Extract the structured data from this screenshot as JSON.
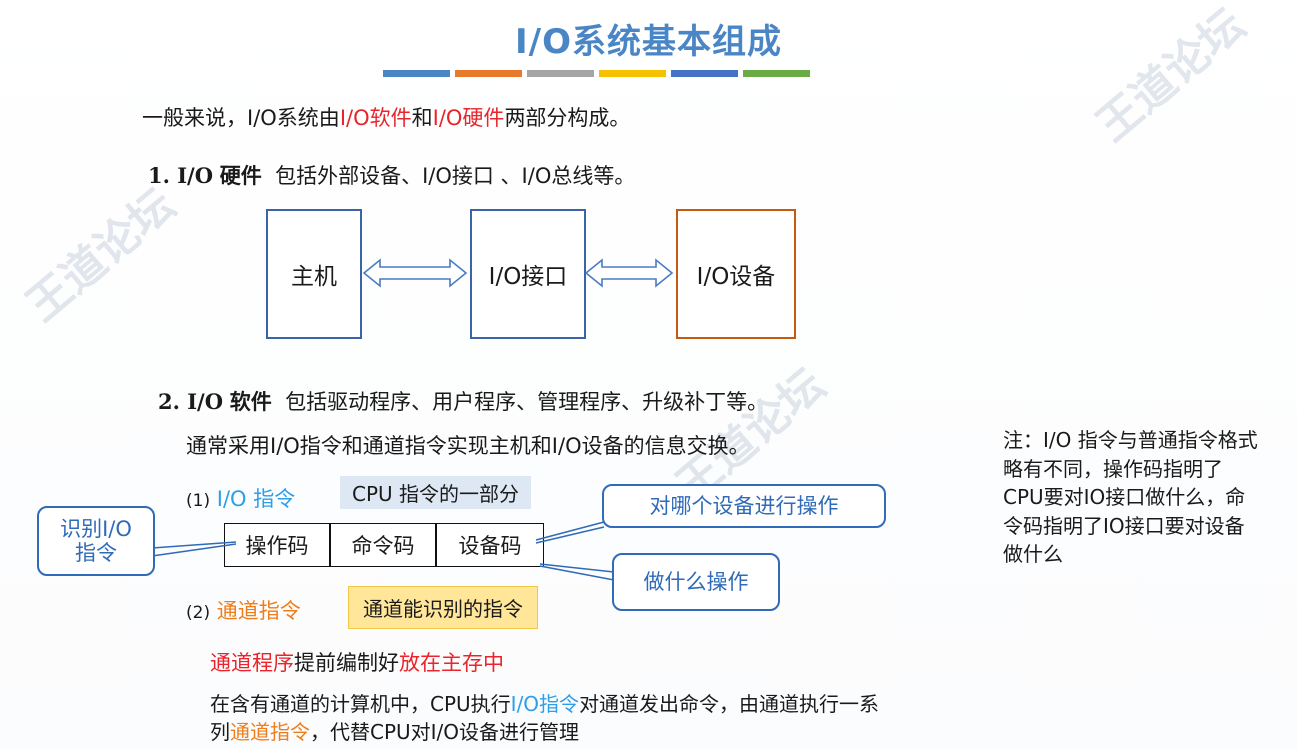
{
  "title": "I/O系统基本组成",
  "title_bar_colors": [
    "#4a86c5",
    "#e9792d",
    "#a5a5a5",
    "#f6c100",
    "#4472c4",
    "#6aab45"
  ],
  "intro": {
    "p1": "一般来说，I/O系统由",
    "hw": "I/O软件",
    "p2": "和",
    "sw": "I/O硬件",
    "p3": "两部分构成。"
  },
  "hardware": {
    "num": "1. I/O",
    "label": "硬件",
    "desc": "包括外部设备、I/O接口 、I/O总线等。"
  },
  "diagram": {
    "host": "主机",
    "interface": "I/O接口",
    "device": "I/O设备"
  },
  "software": {
    "num": "2. I/O",
    "label": "软件",
    "desc": "包括驱动程序、用户程序、管理程序、升级补丁等。",
    "line2": "通常采用I/O指令和通道指令实现主机和I/O设备的信息交换。"
  },
  "io_instruction": {
    "label_num": "(1)",
    "label": "I/O 指令",
    "tag": "CPU 指令的一部分"
  },
  "format_fields": [
    "操作码",
    "命令码",
    "设备码"
  ],
  "callouts": {
    "identify": "识别I/O\n指令",
    "which_device": "对哪个设备进行操作",
    "what_op": "做什么操作"
  },
  "channel_instruction": {
    "label_num": "(2)",
    "label": "通道指令",
    "tag": "通道能识别的指令"
  },
  "channel_program": {
    "p1": "通道程序",
    "p2": "提前编制好",
    "p3": "放在主存中"
  },
  "channel_desc": {
    "l1a": "在含有通道的计算机中，CPU执行",
    "l1b": "I/O指令",
    "l1c": "对通道发出命令，由通道执行一系",
    "l2a": "列",
    "l2b": "通道指令",
    "l2c": "，代替CPU对I/O设备进行管理"
  },
  "note": "注：I/O 指令与普通指令格式略有不同，操作码指明了CPU要对IO接口做什么，命令码指明了IO接口要对设备做什么"
}
